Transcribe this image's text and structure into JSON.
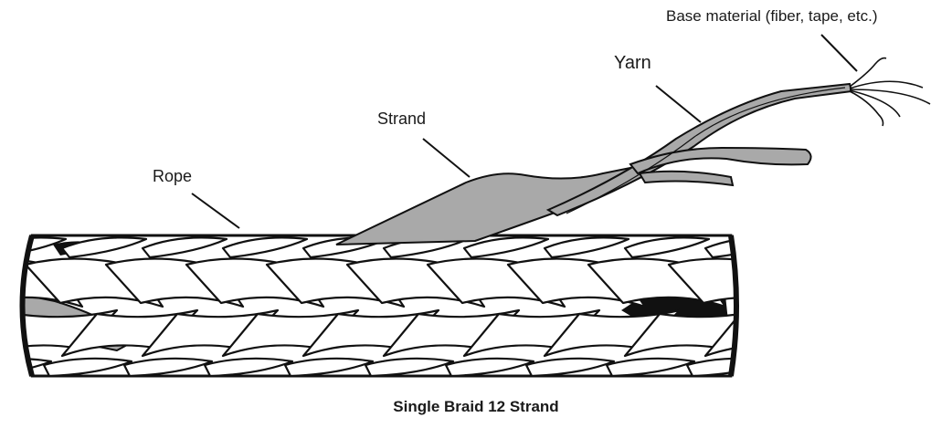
{
  "labels": {
    "base_material": "Base material (fiber, tape, etc.)",
    "yarn": "Yarn",
    "strand": "Strand",
    "rope": "Rope"
  },
  "caption": "Single Braid 12 Strand",
  "colors": {
    "outline": "#111111",
    "strand_fill": "#a9a9a9",
    "dark_strand": "#111111",
    "braid_fill": "#ffffff"
  }
}
